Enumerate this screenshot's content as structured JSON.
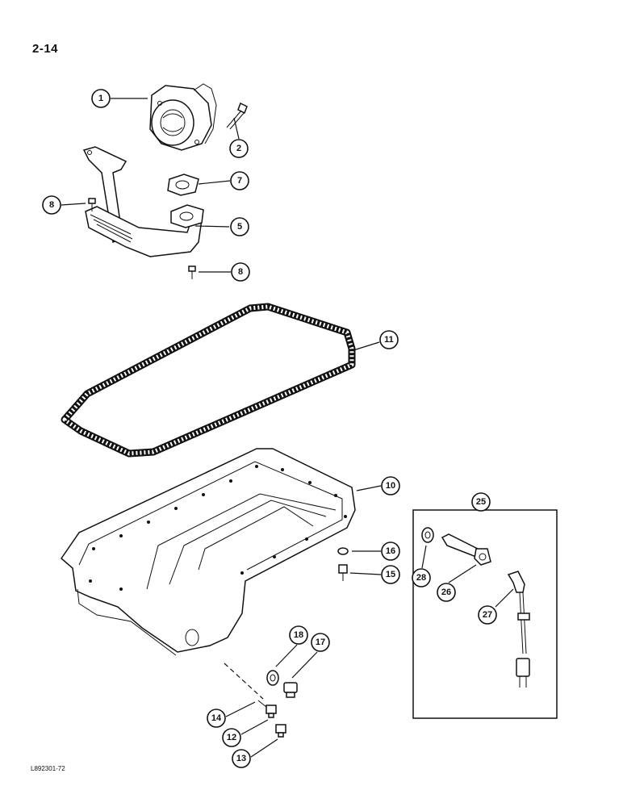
{
  "page_number": "2-14",
  "drawing_code": "L892301-72",
  "callouts": [
    {
      "id": "1",
      "label": "1"
    },
    {
      "id": "2",
      "label": "2"
    },
    {
      "id": "5",
      "label": "5"
    },
    {
      "id": "7",
      "label": "7"
    },
    {
      "id": "8a",
      "label": "8"
    },
    {
      "id": "8b",
      "label": "8"
    },
    {
      "id": "10",
      "label": "10"
    },
    {
      "id": "11",
      "label": "11"
    },
    {
      "id": "12",
      "label": "12"
    },
    {
      "id": "13",
      "label": "13"
    },
    {
      "id": "14",
      "label": "14"
    },
    {
      "id": "15",
      "label": "15"
    },
    {
      "id": "16",
      "label": "16"
    },
    {
      "id": "17",
      "label": "17"
    },
    {
      "id": "18",
      "label": "18"
    },
    {
      "id": "25",
      "label": "25"
    },
    {
      "id": "26",
      "label": "26"
    },
    {
      "id": "27",
      "label": "27"
    },
    {
      "id": "28",
      "label": "28"
    }
  ]
}
